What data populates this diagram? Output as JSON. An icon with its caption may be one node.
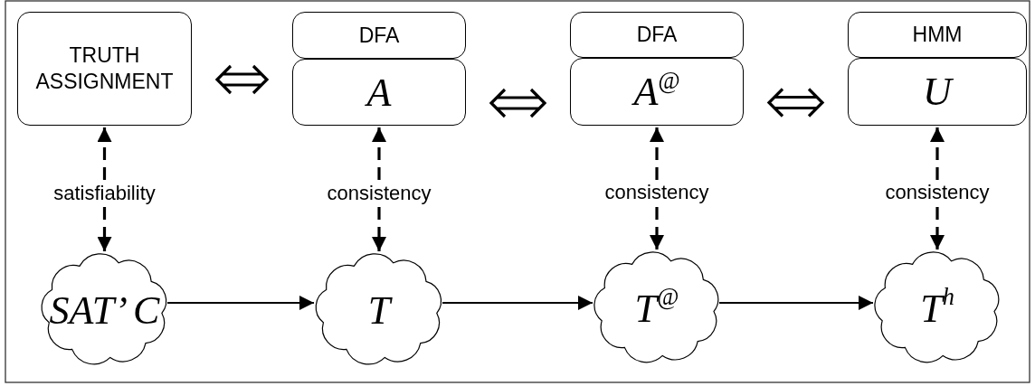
{
  "diagram": {
    "nodes": [
      {
        "text": [
          "TRUTH ASSIGNMENT"
        ]
      },
      {
        "text": [
          "DFA"
        ]
      },
      {
        "text": [
          "A"
        ]
      },
      {
        "text": [
          "DFA"
        ]
      },
      {
        "text": [
          "A$^{@}$"
        ]
      },
      {
        "text": [
          "HMM"
        ]
      },
      {
        "text": [
          "U"
        ]
      },
      {
        "text": [
          "SAT’ C"
        ]
      },
      {
        "text": [
          "T"
        ]
      },
      {
        "text": [
          "T$^{@}$"
        ]
      },
      {
        "text": [
          "T$^{h}$"
        ]
      }
    ],
    "edges": [
      {
        "from": 0,
        "to": 2,
        "arrow": "both"
      },
      {
        "from": 2,
        "to": 4,
        "arrow": "both"
      },
      {
        "from": 4,
        "to": 6,
        "arrow": "both"
      },
      {
        "from": 0,
        "to": 7,
        "arrow": "both",
        "label": "satisfiability",
        "style": "dashed"
      },
      {
        "from": 2,
        "to": 8,
        "arrow": "both",
        "label": "consistency",
        "style": "dashed"
      },
      {
        "from": 4,
        "to": 9,
        "arrow": "both",
        "label": "consistency",
        "style": "dashed"
      },
      {
        "from": 6,
        "to": 10,
        "arrow": "both",
        "label": "consistency",
        "style": "dashed"
      },
      {
        "from": 7,
        "to": 8,
        "arrow": "to"
      },
      {
        "from": 8,
        "to": 9,
        "arrow": "to"
      },
      {
        "from": 9,
        "to": 10,
        "arrow": "to"
      }
    ]
  }
}
